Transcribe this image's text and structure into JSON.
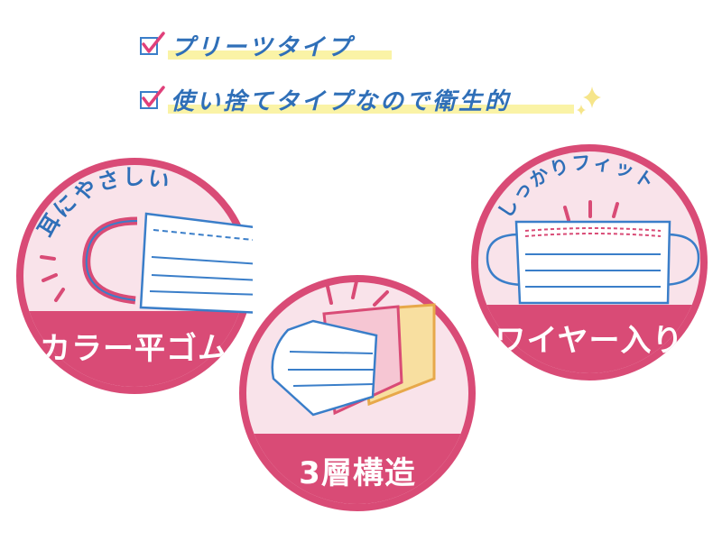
{
  "features": [
    {
      "label": "プリーツタイプ"
    },
    {
      "label": "使い捨てタイプなので衛生的"
    }
  ],
  "badges": {
    "ear": {
      "curved": "耳にやさしい",
      "band": "カラー平ゴム"
    },
    "layers": {
      "band": "3層構造"
    },
    "wire": {
      "curved": "しっかりフィット",
      "band": "ワイヤー入り"
    }
  },
  "colors": {
    "accent": "#d94b76",
    "pale_pink": "#f9e3ea",
    "text_blue": "#2f6fb8",
    "highlight_yellow": "#faf3a6"
  }
}
